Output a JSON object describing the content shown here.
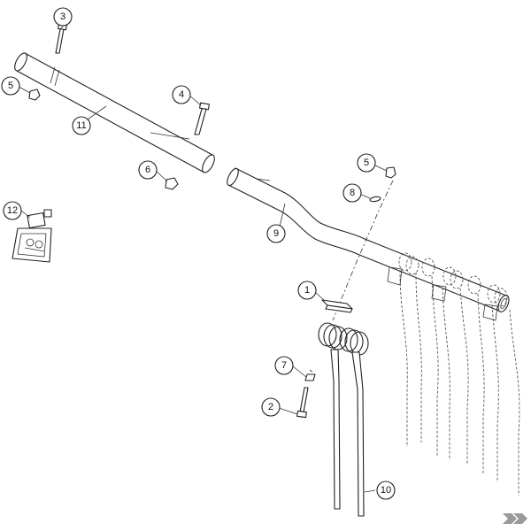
{
  "callouts": [
    {
      "id": "c3",
      "label": "3"
    },
    {
      "id": "c5a",
      "label": "5"
    },
    {
      "id": "c11",
      "label": "11"
    },
    {
      "id": "c4",
      "label": "4"
    },
    {
      "id": "c6",
      "label": "6"
    },
    {
      "id": "c5b",
      "label": "5"
    },
    {
      "id": "c8",
      "label": "8"
    },
    {
      "id": "c9",
      "label": "9"
    },
    {
      "id": "c12",
      "label": "12"
    },
    {
      "id": "c1",
      "label": "1"
    },
    {
      "id": "c7",
      "label": "7"
    },
    {
      "id": "c2",
      "label": "2"
    },
    {
      "id": "c10",
      "label": "10"
    }
  ],
  "colors": {
    "line": "#222222",
    "background": "#ffffff",
    "watermark": "#9a9a9a"
  }
}
